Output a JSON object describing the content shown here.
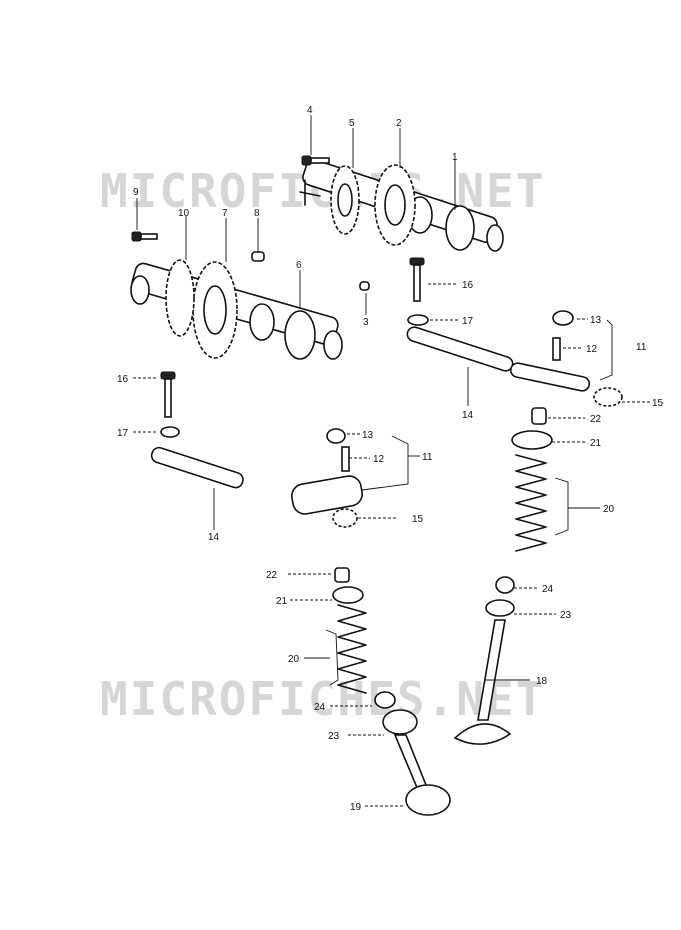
{
  "watermark": "MICROFICHES.NET",
  "labels": {
    "l1": "1",
    "l2": "2",
    "l3": "3",
    "l4": "4",
    "l5": "5",
    "l6": "6",
    "l7": "7",
    "l8": "8",
    "l9": "9",
    "l10": "10",
    "l11a": "11",
    "l11b": "11",
    "l12a": "12",
    "l12b": "12",
    "l13a": "13",
    "l13b": "13",
    "l14a": "14",
    "l14b": "14",
    "l15a": "15",
    "l15b": "15",
    "l16a": "16",
    "l16b": "16",
    "l17a": "17",
    "l17b": "17",
    "l18": "18",
    "l19": "19",
    "l20a": "20",
    "l20b": "20",
    "l21a": "21",
    "l21b": "21",
    "l22a": "22",
    "l22b": "22",
    "l23a": "23",
    "l23b": "23",
    "l24a": "24",
    "l24b": "24"
  }
}
